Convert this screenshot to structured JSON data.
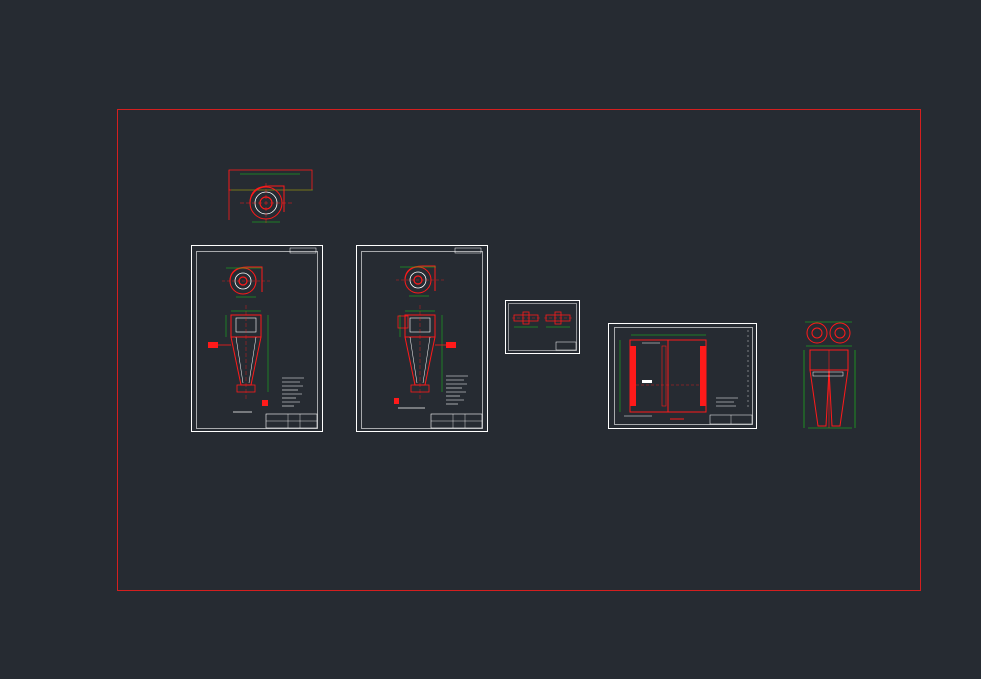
{
  "app": {
    "name": ""
  },
  "colors": {
    "background": "#262b32",
    "limits_frame": "#d41f1f",
    "sheet_border": "#ffffff",
    "dimension": "#18d018",
    "geometry": "#ff1a1a",
    "hatch": "#ff2020"
  },
  "sheets": [
    {
      "id": "cyclone-top-view-sketch"
    },
    {
      "id": "sheet-1-cyclone-assembly"
    },
    {
      "id": "sheet-2-cyclone-assembly"
    },
    {
      "id": "sheet-3-flange-details"
    },
    {
      "id": "sheet-4-box-layout"
    },
    {
      "id": "sheet-5-twin-cyclone-sketch"
    }
  ]
}
